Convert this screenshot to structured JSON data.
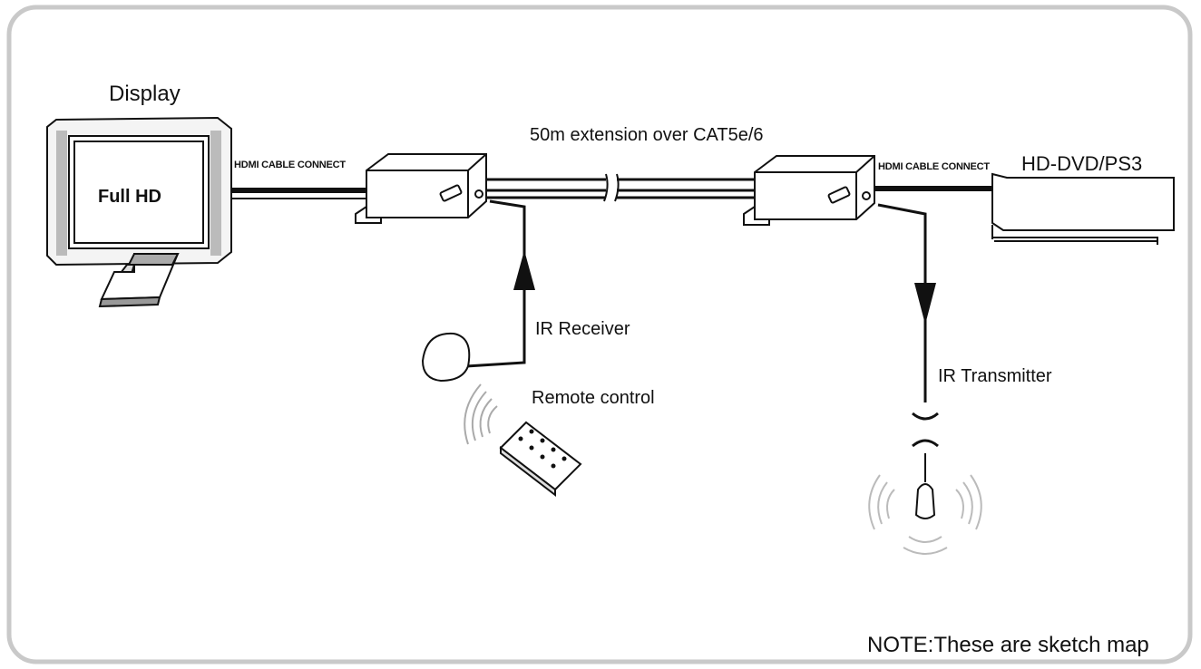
{
  "labels": {
    "display": "Display",
    "screen": "Full HD",
    "hdmi_left": "HDMI CABLE CONNECT",
    "extension": "50m extension over CAT5e/6",
    "hdmi_right": "HDMI CABLE CONNECT",
    "source": "HD-DVD/PS3",
    "ir_receiver": "IR Receiver",
    "remote": "Remote control",
    "ir_transmitter": "IR Transmitter",
    "note": "NOTE:These are sketch map"
  },
  "icons": [
    "display-icon",
    "transmitter-box-icon",
    "receiver-box-icon",
    "source-player-icon",
    "ir-receiver-eye-icon",
    "remote-control-icon",
    "ir-transmitter-icon",
    "signal-waves-icon",
    "arrow-up-icon",
    "arrow-down-icon",
    "cable-break-icon"
  ],
  "colors": {
    "frame": "#c9c9c9",
    "line": "#111111"
  }
}
